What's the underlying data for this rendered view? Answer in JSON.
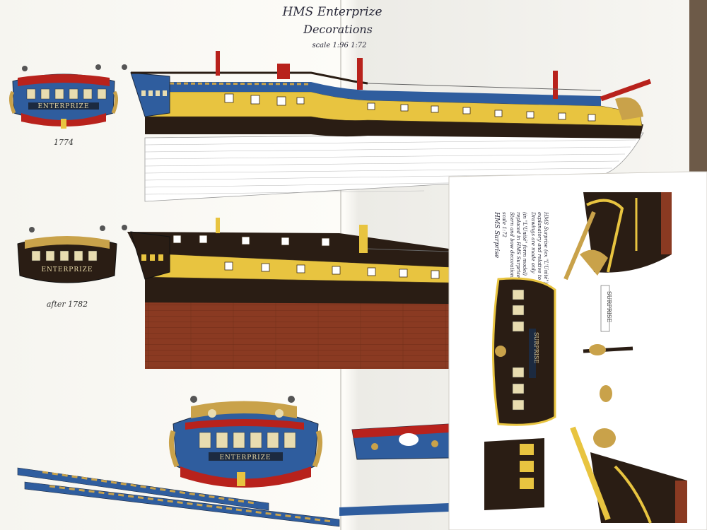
{
  "title": {
    "line1": "HMS Enterprize",
    "line2": "Decorations",
    "scale": "scale 1:96 1:72"
  },
  "captions": {
    "stern_1774": "1774",
    "stern_after": "after 1782"
  },
  "stern_names": {
    "small_top": "ENTERPRIZE",
    "small_mid": "ENTERPRIZE",
    "large": "ENTERPRIZE"
  },
  "insert": {
    "lines": [
      "HMS Surprise",
      "scale 1:72",
      "Stern and bow decorations",
      "replaced in HMS Surprise",
      "(in \"L'Unité\" form model)",
      "Drawings are made only",
      "explanatory and relative to",
      "HMS Surprise (ex \"L'Unité\")"
    ],
    "name_small": "SURPRISE",
    "name_stern": "SURPRISE"
  },
  "colors": {
    "paper": "#fbfaf6",
    "yellow": "#e8c440",
    "black": "#2a1d14",
    "blue": "#2f5d9e",
    "red": "#b8221c",
    "brown": "#8a3a22",
    "gold": "#c9a24a",
    "table": "#6d5a48"
  }
}
